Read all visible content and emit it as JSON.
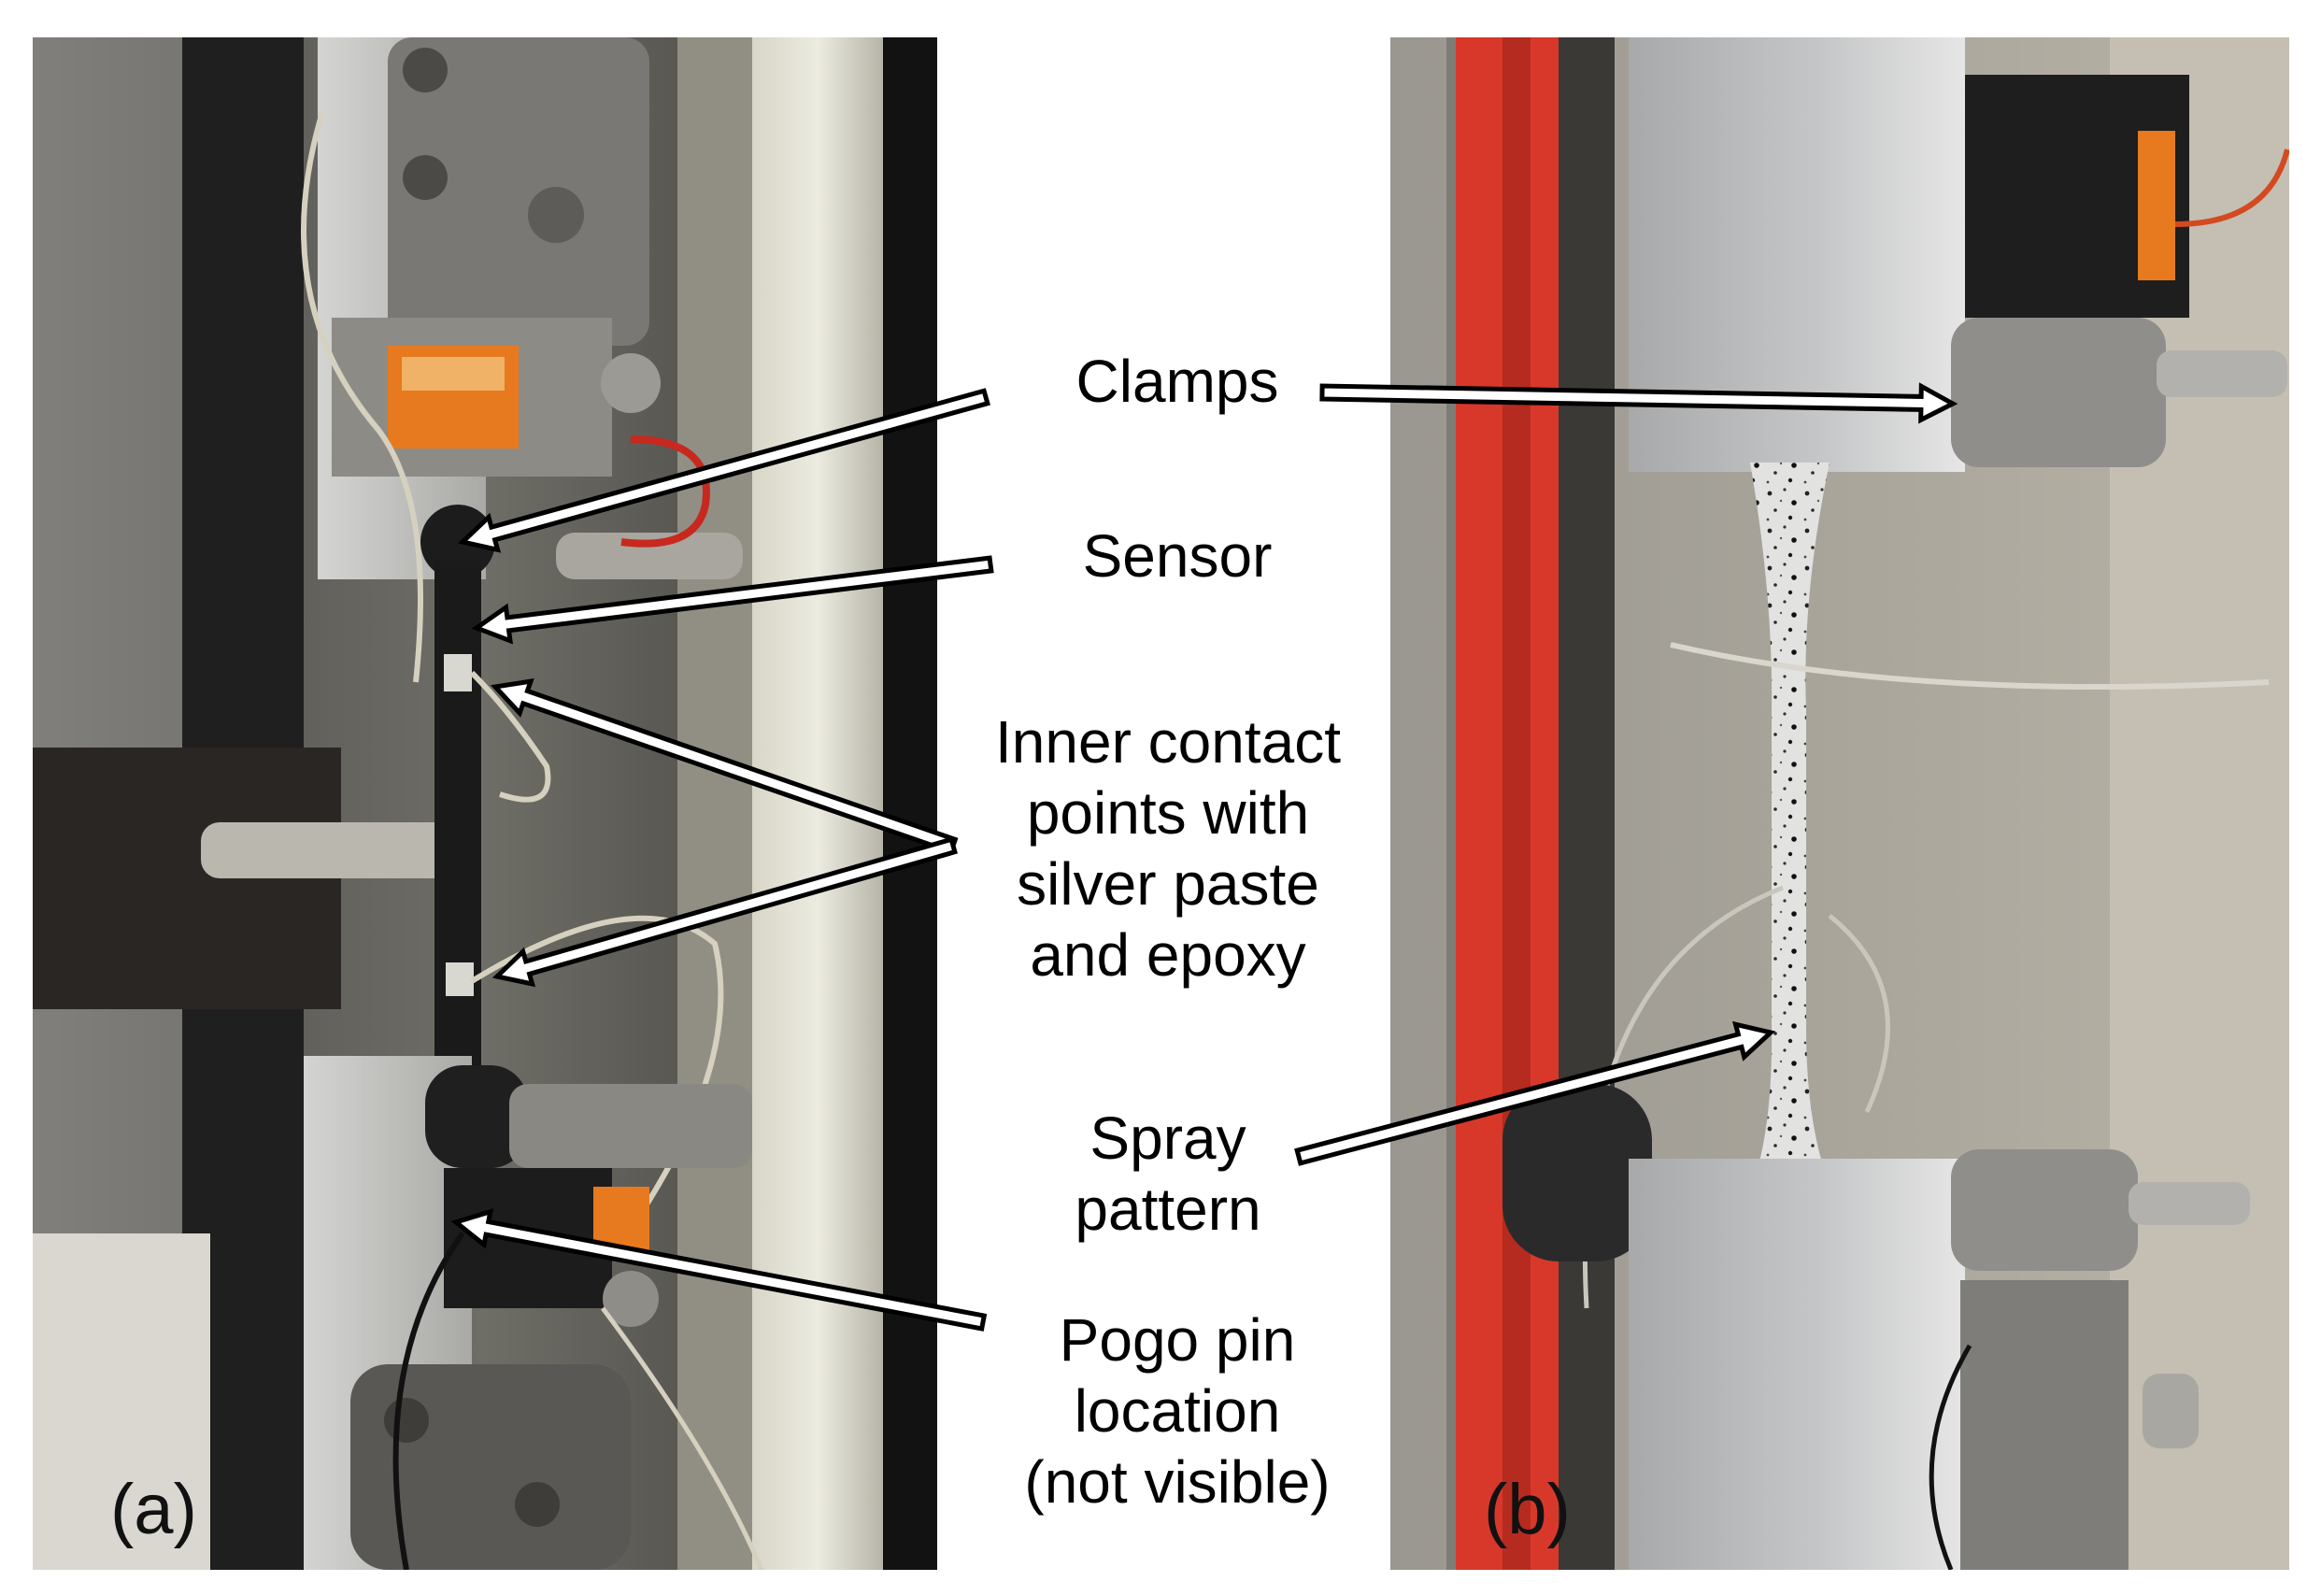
{
  "panels": {
    "a": {
      "label": "(a)"
    },
    "b": {
      "label": "(b)"
    }
  },
  "annotations": {
    "clamps": {
      "lines": [
        "Clamps"
      ]
    },
    "sensor": {
      "lines": [
        "Sensor"
      ]
    },
    "inner_contact": {
      "lines": [
        "Inner contact",
        "points with",
        "silver paste",
        "and epoxy"
      ]
    },
    "spray": {
      "lines": [
        "Spray",
        "pattern"
      ]
    },
    "pogo": {
      "lines": [
        "Pogo pin",
        "location",
        "(not visible)"
      ]
    }
  },
  "colors": {
    "arrow_fill": "#ffffff",
    "arrow_outline": "#000000",
    "machine_red": "#d8382a",
    "specimen_black": "#1a1a1a",
    "aluminum": "#b5b5b5",
    "connector_orange": "#e77a1f"
  }
}
